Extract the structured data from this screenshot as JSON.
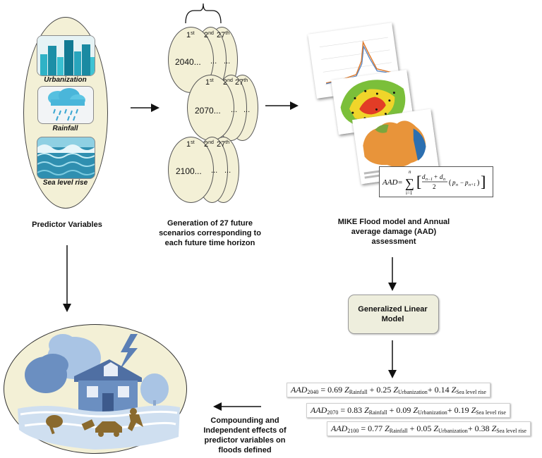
{
  "predictors": {
    "label": "Predictor Variables",
    "urbanization": "Urbanization",
    "rainfall": "Rainfall",
    "sea_level": "Sea level rise"
  },
  "scenarios": {
    "label": "Generation of 27 future scenarios corresponding to each future time horizon",
    "first": "1",
    "first_sup": "st",
    "second": "2",
    "second_sup": "nd",
    "last": "27",
    "last_sup": "th",
    "ellipsis": "...",
    "years": [
      "2040...",
      "2070...",
      "2100..."
    ]
  },
  "mike": {
    "label": "MIKE Flood model and Annual average damage (AAD) assessment",
    "aad_formula": "AAD = Σ_{i=1}^{n} [ (d_{n−1} + d_n) / 2 · (p_n − p_{n+1}) ]"
  },
  "glm": {
    "label": "Generalized Linear Model"
  },
  "equations": {
    "e2040": {
      "lhs": "AAD",
      "year": "2040",
      "c1": "0.69",
      "c2": "0.25",
      "c3": "0.14"
    },
    "e2070": {
      "lhs": "AAD",
      "year": "2070",
      "c1": "0.83",
      "c2": "0.09",
      "c3": "0.19"
    },
    "e2100": {
      "lhs": "AAD",
      "year": "2100",
      "c1": "0.77",
      "c2": "0.05",
      "c3": "0.38"
    },
    "z": "Z",
    "rain": "Rainfall",
    "urb": "Urbanization",
    "sea": "Sea level rise"
  },
  "effects": {
    "label": "Compounding and Independent effects of predictor variables on floods defined"
  },
  "colors": {
    "ellipse_fill": "#f3f0d6",
    "glm_fill": "#eeeedd",
    "flood_blue": "#6f8fbf"
  }
}
